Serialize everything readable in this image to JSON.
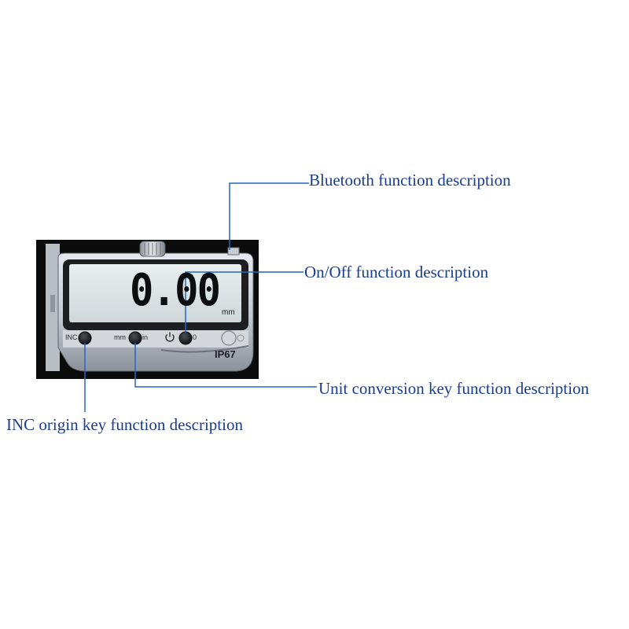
{
  "device": {
    "reading": "0.00",
    "unit": "mm",
    "rating": "IP67",
    "keys": {
      "inc": "INC",
      "mm": "mm",
      "in": "in",
      "power_suffix": "0"
    }
  },
  "callouts": {
    "bluetooth": "Bluetooth function description",
    "on_off": "On/Off function description",
    "unit_conversion": "Unit conversion key function description",
    "inc_origin": "INC origin key function description"
  },
  "colors": {
    "callout_text": "#1a3d8f",
    "leader_line": "#2566c2"
  }
}
